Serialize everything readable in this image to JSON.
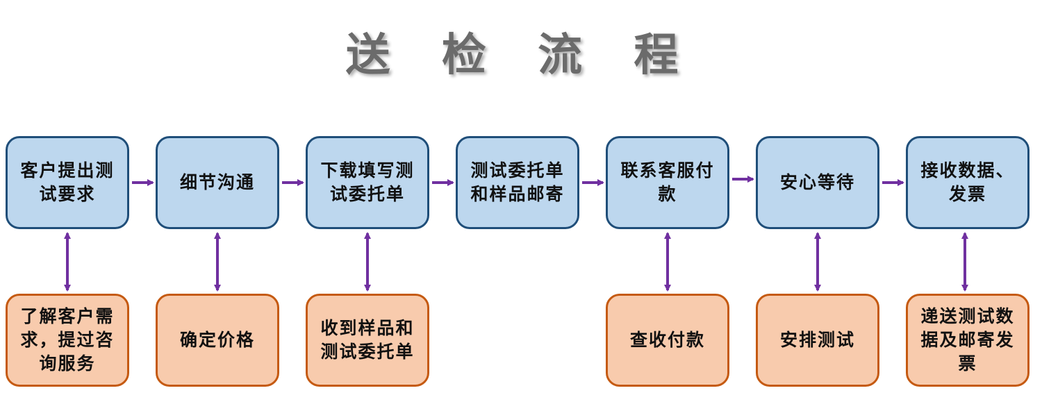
{
  "title": "送 检 流 程",
  "colors": {
    "main_box_fill": "#bdd7ee",
    "main_box_border": "#1f4e79",
    "sub_box_fill": "#f8cbad",
    "sub_box_border": "#c55a11",
    "arrow": "#7030a0"
  },
  "steps": [
    {
      "label": "客户提出测试要求"
    },
    {
      "label": "细节沟通"
    },
    {
      "label": "下载填写测试委托单"
    },
    {
      "label": "测试委托单和样品邮寄"
    },
    {
      "label": "联系客服付款"
    },
    {
      "label": "安心等待"
    },
    {
      "label": "接收数据、发票"
    }
  ],
  "sub_steps": [
    {
      "label": "了解客户需求，提过咨询服务"
    },
    {
      "label": "确定价格"
    },
    {
      "label": "收到样品和测试委托单"
    },
    {
      "label": "查收付款"
    },
    {
      "label": "安排测试"
    },
    {
      "label": "递送测试数据及邮寄发票"
    }
  ]
}
